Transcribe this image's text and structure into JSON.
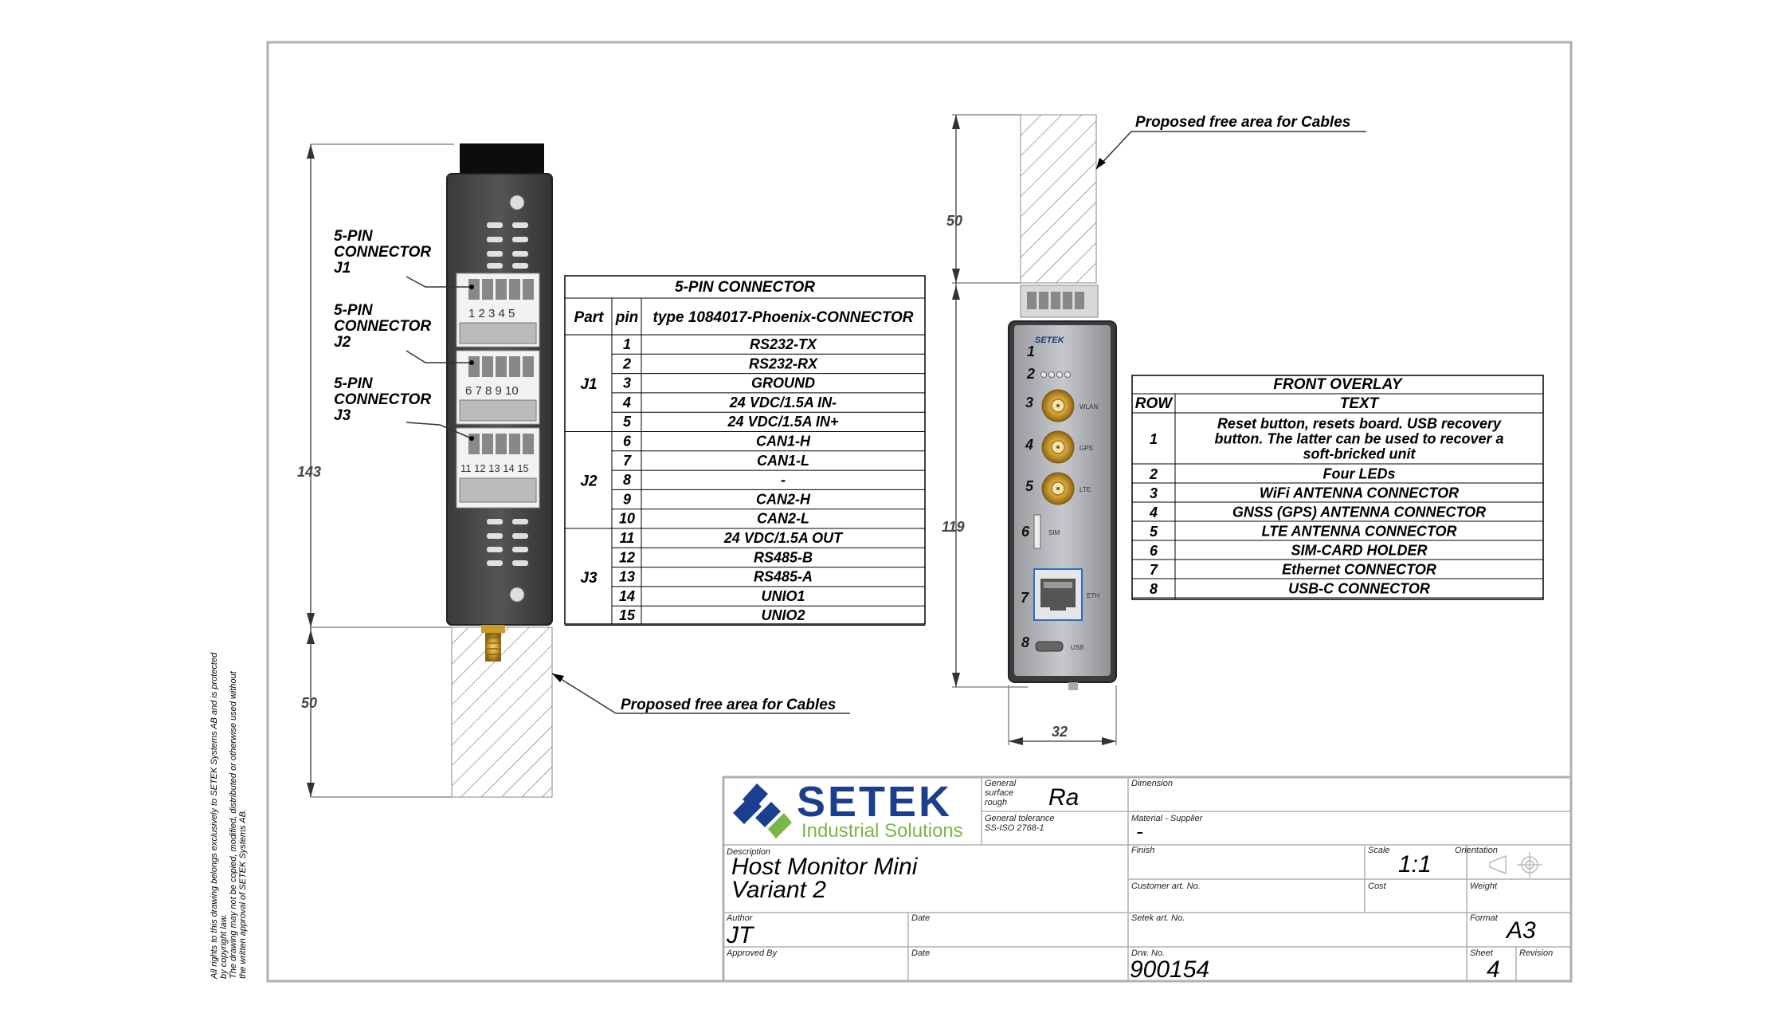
{
  "callouts": {
    "j1": [
      "5-PIN",
      "CONNECTOR",
      "J1"
    ],
    "j2": [
      "5-PIN",
      "CONNECTOR",
      "J2"
    ],
    "j3": [
      "5-PIN",
      "CONNECTOR",
      "J3"
    ],
    "free_area_left": "Proposed free area for Cables",
    "free_area_right": "Proposed free area for Cables"
  },
  "dimensions": {
    "left_height": "143",
    "left_free": "50",
    "right_free": "50",
    "right_height": "119",
    "right_width": "32"
  },
  "device_left": {
    "pins_j1": "1 2 3 4 5",
    "pins_j2": "6 7 8 9 10",
    "pins_j3": "11 12 13 14 15"
  },
  "device_right": {
    "rows": [
      "1",
      "2",
      "3",
      "4",
      "5",
      "6",
      "7",
      "8"
    ],
    "brand": "SETEK",
    "labels": [
      "WLAN",
      "GPS",
      "LTE",
      "SIM",
      "ETH",
      "USB"
    ]
  },
  "pin_table": {
    "title": "5-PIN CONNECTOR",
    "headers": [
      "Part",
      "pin",
      "type 1084017-Phoenix-CONNECTOR"
    ],
    "groups": [
      {
        "part": "J1",
        "rows": [
          [
            "1",
            "RS232-TX"
          ],
          [
            "2",
            "RS232-RX"
          ],
          [
            "3",
            "GROUND"
          ],
          [
            "4",
            "24 VDC/1.5A IN-"
          ],
          [
            "5",
            "24 VDC/1.5A IN+"
          ]
        ]
      },
      {
        "part": "J2",
        "rows": [
          [
            "6",
            "CAN1-H"
          ],
          [
            "7",
            "CAN1-L"
          ],
          [
            "8",
            "-"
          ],
          [
            "9",
            "CAN2-H"
          ],
          [
            "10",
            "CAN2-L"
          ]
        ]
      },
      {
        "part": "J3",
        "rows": [
          [
            "11",
            "24 VDC/1.5A OUT"
          ],
          [
            "12",
            "RS485-B"
          ],
          [
            "13",
            "RS485-A"
          ],
          [
            "14",
            "UNIO1"
          ],
          [
            "15",
            "UNIO2"
          ]
        ]
      }
    ]
  },
  "front_table": {
    "title": "FRONT OVERLAY",
    "headers": [
      "ROW",
      "TEXT"
    ],
    "rows": [
      [
        "1",
        "Reset button, resets board. USB recovery",
        "button. The latter can be used to recover a",
        "soft-bricked unit"
      ],
      [
        "2",
        "Four LEDs"
      ],
      [
        "3",
        "WiFi ANTENNA CONNECTOR"
      ],
      [
        "4",
        "GNSS (GPS) ANTENNA CONNECTOR"
      ],
      [
        "5",
        "LTE ANTENNA CONNECTOR"
      ],
      [
        "6",
        "SIM-CARD HOLDER"
      ],
      [
        "7",
        "Ethernet CONNECTOR"
      ],
      [
        "8",
        "USB-C CONNECTOR"
      ]
    ]
  },
  "side_notice": [
    "All rights to this drawing belongs exclusively to SETEK Systems AB and is protected",
    "by copyright law.",
    "The drawing may not be copied, modified, distributed or otherwise used without",
    "the written approval of SETEK Systems AB."
  ],
  "title_block": {
    "logo_main": "SETEK",
    "logo_sub": "Industrial Solutions",
    "general_surface_label": [
      "General",
      "surface",
      "rough"
    ],
    "surface_value": "Ra",
    "general_tolerance_label": "General tolerance",
    "tolerance_std": "SS-ISO 2768-1",
    "dimension_label": "Dimension",
    "material_label": "Material - Supplier",
    "material_value": "-",
    "description_label": "Description",
    "description": [
      "Host Monitor Mini",
      "Variant 2"
    ],
    "finish_label": "Finish",
    "scale_label": "Scale",
    "scale_value": "1:1",
    "orientation_label": "Orientation",
    "customer_label": "Customer art. No.",
    "cost_label": "Cost",
    "weight_label": "Weight",
    "author_label": "Author",
    "author_value": "JT",
    "date_label": "Date",
    "setek_art_label": "Setek art. No.",
    "format_label": "Format",
    "format_value": "A3",
    "approved_label": "Approved By",
    "date2_label": "Date",
    "drw_label": "Drw. No.",
    "drw_value": "900154",
    "sheet_label": "Sheet",
    "sheet_value": "4",
    "revision_label": "Revision"
  }
}
